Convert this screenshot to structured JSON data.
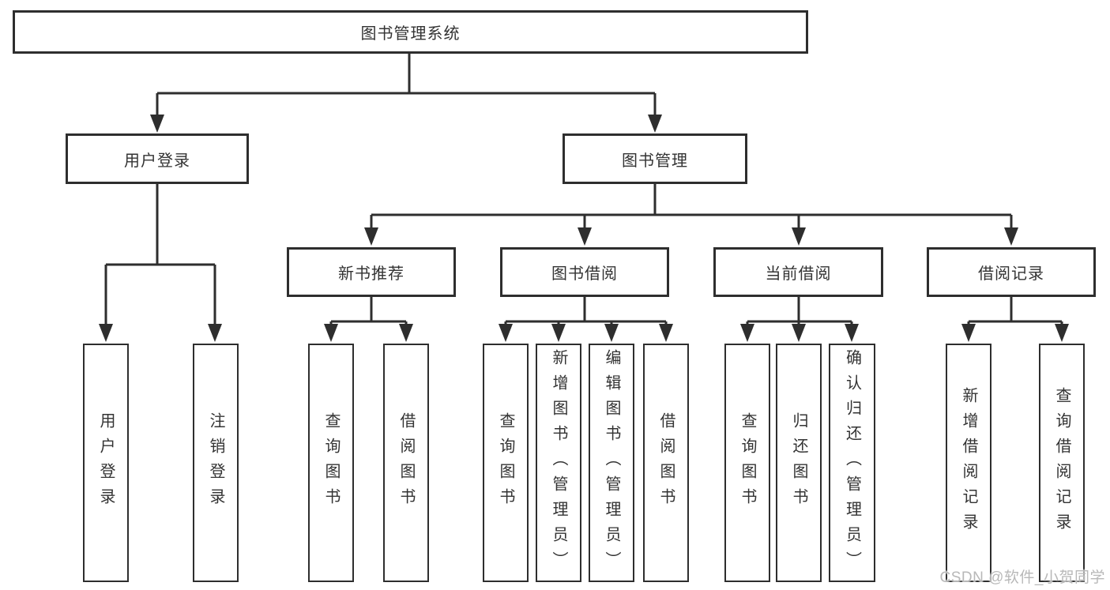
{
  "tree": {
    "root": {
      "label": "图书管理系统"
    },
    "user_login": {
      "label": "用户登录",
      "children": [
        {
          "label": "用户登录"
        },
        {
          "label": "注销登录"
        }
      ]
    },
    "book_management": {
      "label": "图书管理",
      "sections": [
        {
          "label": "新书推荐",
          "children": [
            {
              "label": "查询图书"
            },
            {
              "label": "借阅图书"
            }
          ]
        },
        {
          "label": "图书借阅",
          "children": [
            {
              "label": "查询图书"
            },
            {
              "label": "新增图书（管理员）"
            },
            {
              "label": "编辑图书（管理员）"
            },
            {
              "label": "借阅图书"
            }
          ]
        },
        {
          "label": "当前借阅",
          "children": [
            {
              "label": "查询图书"
            },
            {
              "label": "归还图书"
            },
            {
              "label": "确认归还（管理员）"
            }
          ]
        },
        {
          "label": "借阅记录",
          "children": [
            {
              "label": "新增借阅记录"
            },
            {
              "label": "查询借阅记录"
            }
          ]
        }
      ]
    }
  },
  "watermark": {
    "text": "CSDN @软件_小贺同学"
  },
  "colors": {
    "line": "#2e2e2e",
    "text": "#333333",
    "background": "#ffffff",
    "watermark": "#b8b8b8"
  }
}
